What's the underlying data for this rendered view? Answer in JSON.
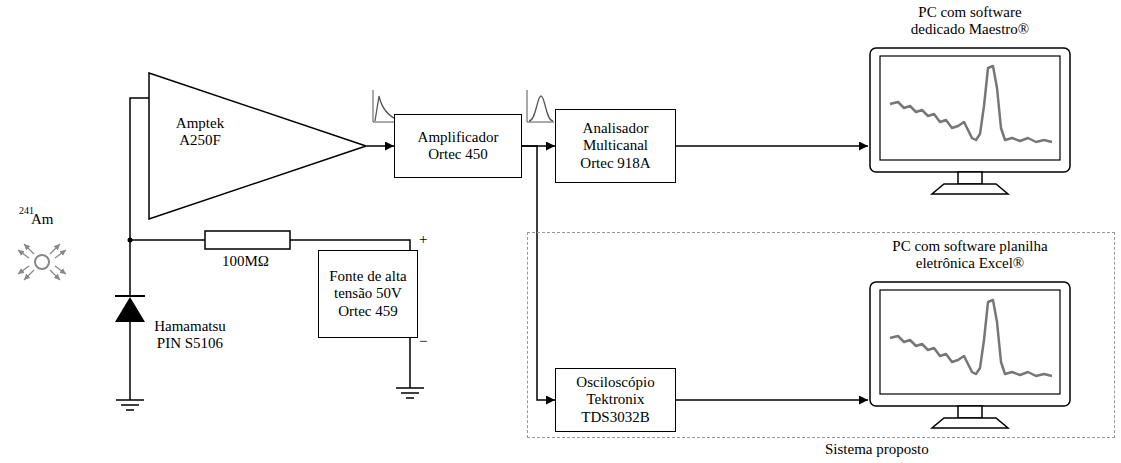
{
  "diagram": {
    "nodes": [
      {
        "text": [
          "Amptek A250F"
        ]
      },
      {
        "text": [
          "Amplificador Ortec 450"
        ]
      },
      {
        "text": [
          "Analisador Multicanal Ortec 918A"
        ]
      },
      {
        "text": [
          "PC com software dedicado Maestro®"
        ]
      },
      {
        "text": [
          "Sistema proposto"
        ]
      },
      {
        "text": [
          "Osciloscópio Tektronix TDS3032B"
        ],
        "in": 4
      },
      {
        "text": [
          "PC com software planilha eletrônica Excel®"
        ],
        "in": 4
      },
      {
        "text": [
          "Fonte de alta tensão 50V Ortec 459"
        ]
      }
    ],
    "edges": [
      {
        "from": 0,
        "to": 1,
        "arrow": "to"
      },
      {
        "from": 1,
        "to": 2,
        "arrow": "to"
      },
      {
        "from": 1,
        "to": 5,
        "arrow": "to"
      },
      {
        "from": 2,
        "to": 3,
        "arrow": "to"
      },
      {
        "from": 5,
        "to": 6,
        "arrow": "to"
      }
    ],
    "labels": [
      "241",
      "Am",
      "100MΩ",
      "Hamamatsu PIN S5106",
      "+",
      "−"
    ]
  }
}
